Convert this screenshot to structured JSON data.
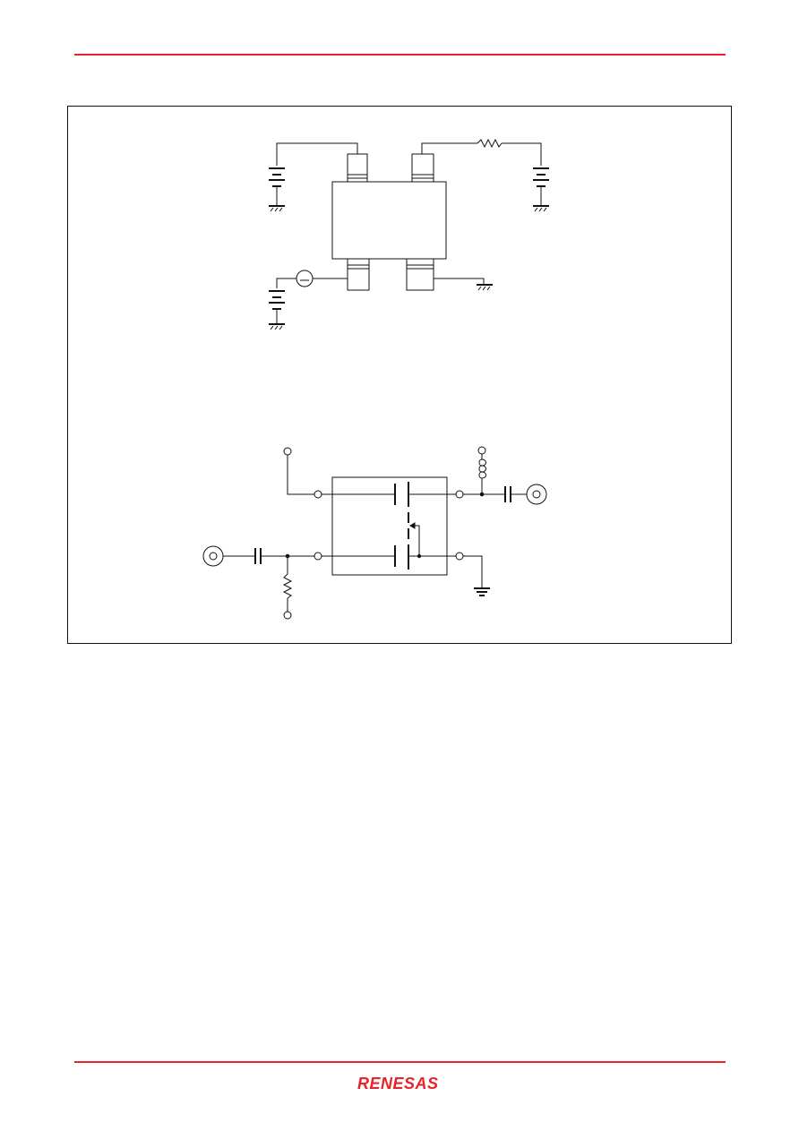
{
  "header": {
    "rule_color": "#e8232a"
  },
  "figure": {
    "test_circuit": {
      "components": [
        "battery-supply",
        "resistor",
        "dut-package",
        "ac-source",
        "ground"
      ]
    },
    "rf_circuit": {
      "components": [
        "rf-input-connector",
        "coupling-capacitor",
        "bias-resistor",
        "dual-gate-mosfet",
        "rf-choke",
        "rf-output-connector",
        "ground"
      ]
    }
  },
  "footer": {
    "rule_color": "#e8232a",
    "brand": "RENESAS",
    "brand_color": "#e8232a"
  }
}
